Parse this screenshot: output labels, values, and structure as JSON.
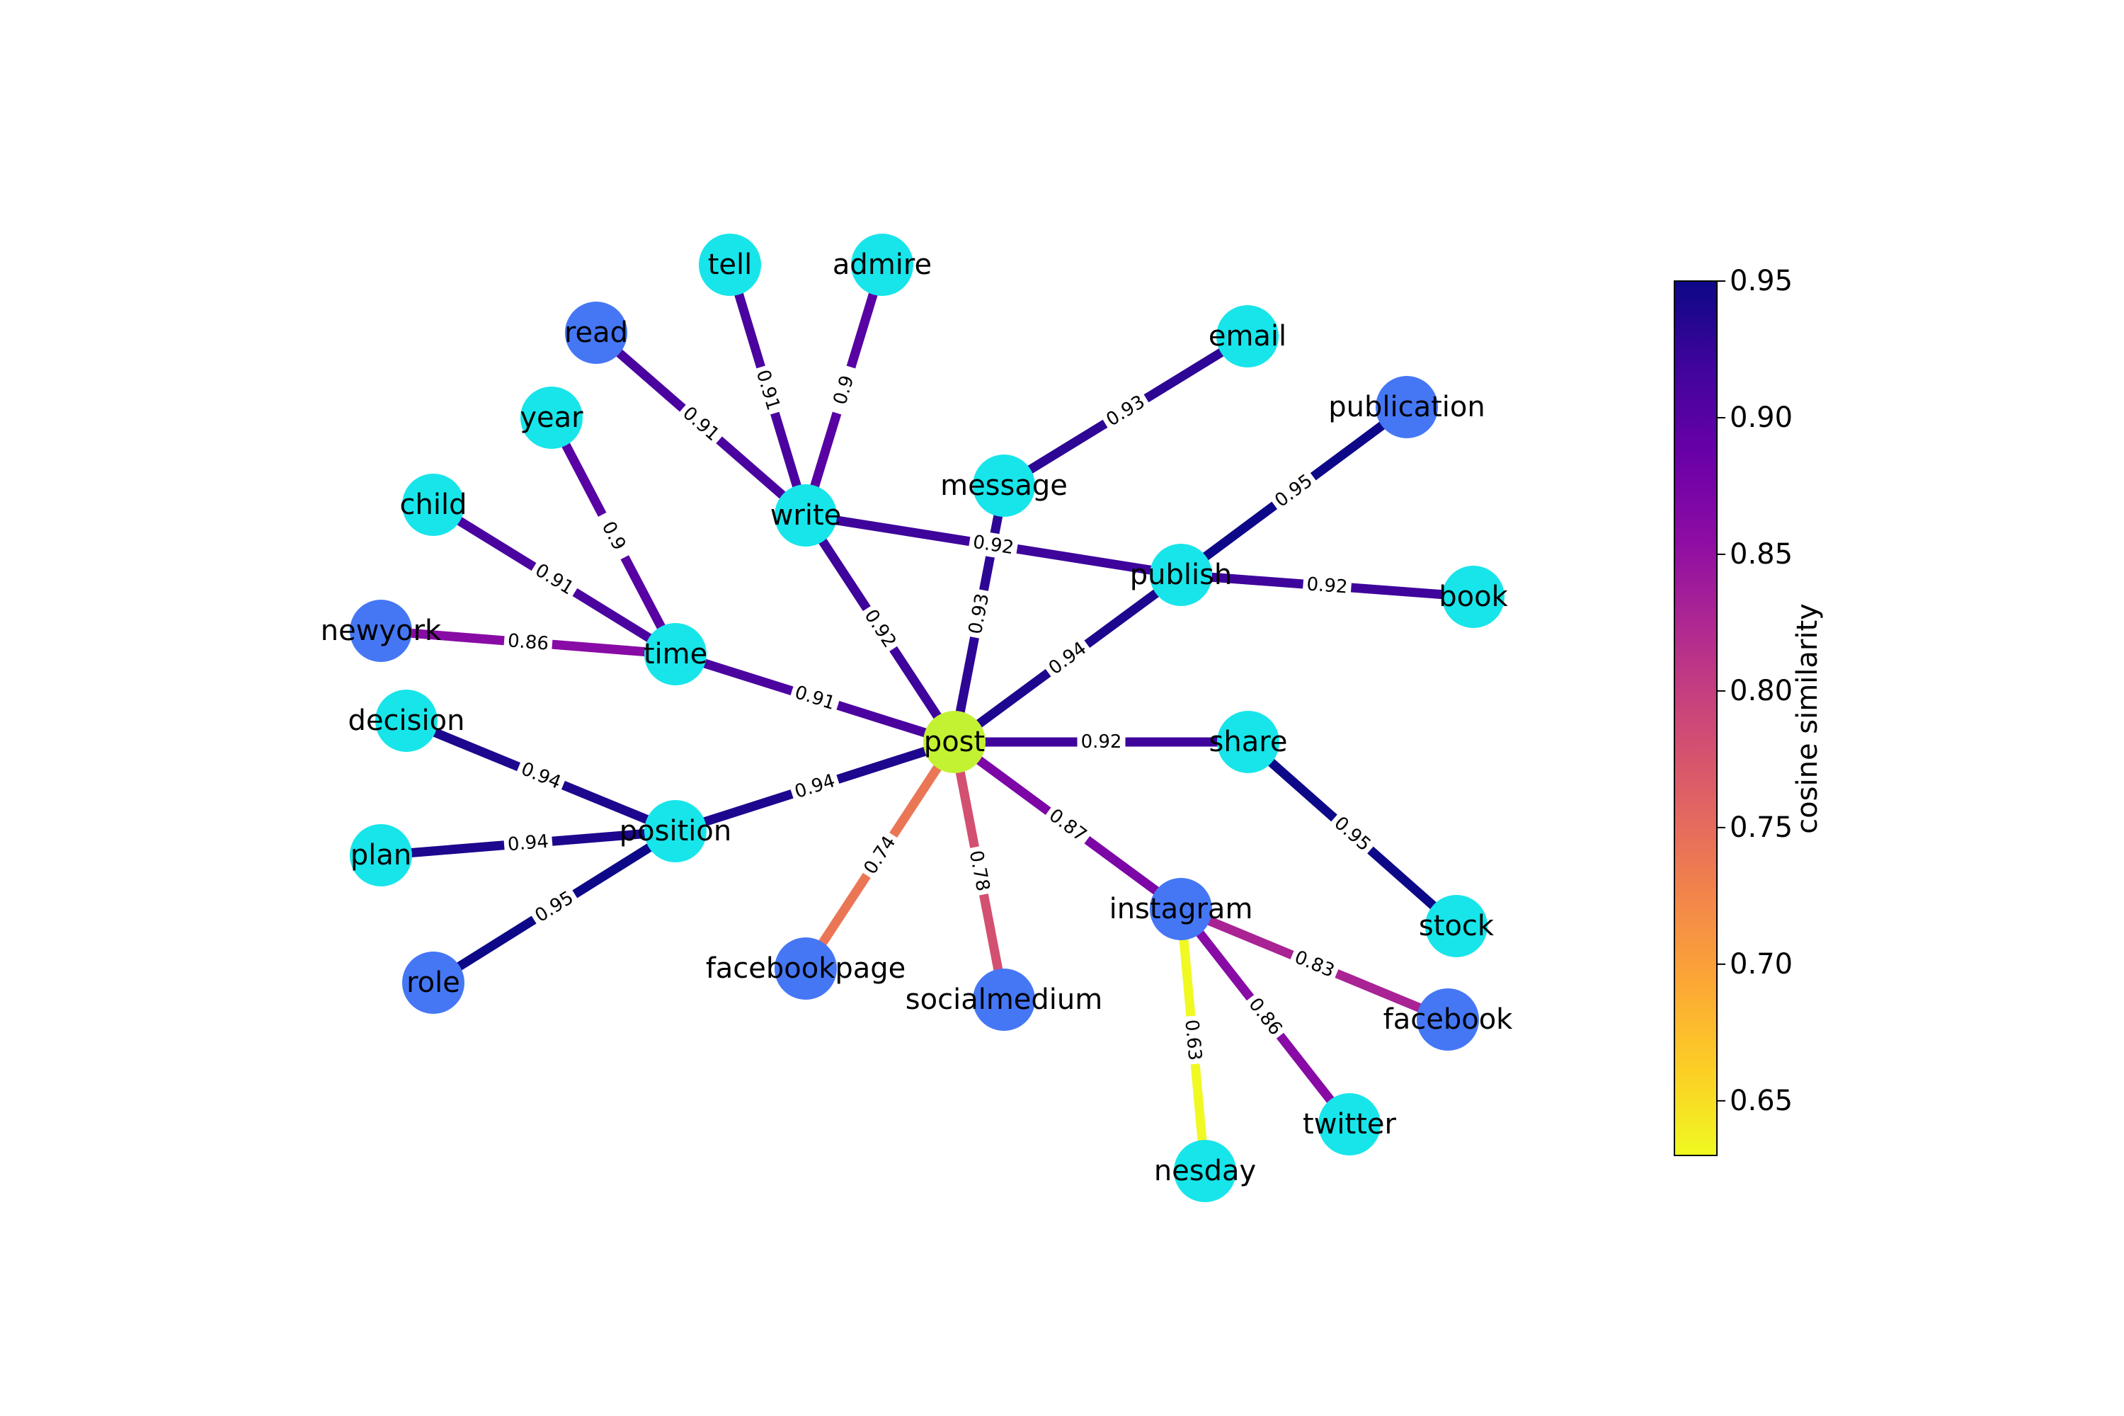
{
  "graph": {
    "center": "post",
    "node_types": {
      "root": "#c3f233",
      "light": "#17e5ea",
      "dark": "#4577f5"
    },
    "nodes": [
      {
        "id": "post",
        "label": "post",
        "type": "root"
      },
      {
        "id": "write",
        "label": "write",
        "type": "light"
      },
      {
        "id": "message",
        "label": "message",
        "type": "light"
      },
      {
        "id": "publish",
        "label": "publish",
        "type": "light"
      },
      {
        "id": "share",
        "label": "share",
        "type": "light"
      },
      {
        "id": "instagram",
        "label": "instagram",
        "type": "dark"
      },
      {
        "id": "socialmedium",
        "label": "socialmedium",
        "type": "dark"
      },
      {
        "id": "facebookpage",
        "label": "facebookpage",
        "type": "dark"
      },
      {
        "id": "position",
        "label": "position",
        "type": "light"
      },
      {
        "id": "time",
        "label": "time",
        "type": "light"
      },
      {
        "id": "tell",
        "label": "tell",
        "type": "light"
      },
      {
        "id": "admire",
        "label": "admire",
        "type": "light"
      },
      {
        "id": "read",
        "label": "read",
        "type": "dark"
      },
      {
        "id": "email",
        "label": "email",
        "type": "light"
      },
      {
        "id": "publication",
        "label": "publication",
        "type": "dark"
      },
      {
        "id": "book",
        "label": "book",
        "type": "light"
      },
      {
        "id": "stock",
        "label": "stock",
        "type": "light"
      },
      {
        "id": "facebook",
        "label": "facebook",
        "type": "dark"
      },
      {
        "id": "twitter",
        "label": "twitter",
        "type": "light"
      },
      {
        "id": "nesday",
        "label": "nesday",
        "type": "light"
      },
      {
        "id": "year",
        "label": "year",
        "type": "light"
      },
      {
        "id": "child",
        "label": "child",
        "type": "light"
      },
      {
        "id": "newyork",
        "label": "newyork",
        "type": "dark"
      },
      {
        "id": "decision",
        "label": "decision",
        "type": "light"
      },
      {
        "id": "plan",
        "label": "plan",
        "type": "light"
      },
      {
        "id": "role",
        "label": "role",
        "type": "dark"
      }
    ],
    "edges": [
      {
        "source": "post",
        "target": "write",
        "weight": 0.92,
        "label": "0.92"
      },
      {
        "source": "post",
        "target": "message",
        "weight": 0.93,
        "label": "0.93"
      },
      {
        "source": "post",
        "target": "publish",
        "weight": 0.94,
        "label": "0.94"
      },
      {
        "source": "post",
        "target": "share",
        "weight": 0.92,
        "label": "0.92"
      },
      {
        "source": "post",
        "target": "instagram",
        "weight": 0.87,
        "label": "0.87"
      },
      {
        "source": "post",
        "target": "socialmedium",
        "weight": 0.78,
        "label": "0.78"
      },
      {
        "source": "post",
        "target": "facebookpage",
        "weight": 0.74,
        "label": "0.74"
      },
      {
        "source": "post",
        "target": "position",
        "weight": 0.94,
        "label": "0.94"
      },
      {
        "source": "post",
        "target": "time",
        "weight": 0.91,
        "label": "0.91"
      },
      {
        "source": "write",
        "target": "tell",
        "weight": 0.91,
        "label": "0.91"
      },
      {
        "source": "write",
        "target": "admire",
        "weight": 0.9,
        "label": "0.9"
      },
      {
        "source": "write",
        "target": "read",
        "weight": 0.91,
        "label": "0.91"
      },
      {
        "source": "write",
        "target": "publish",
        "weight": 0.92,
        "label": "0.92"
      },
      {
        "source": "message",
        "target": "email",
        "weight": 0.93,
        "label": "0.93"
      },
      {
        "source": "publish",
        "target": "publication",
        "weight": 0.95,
        "label": "0.95"
      },
      {
        "source": "publish",
        "target": "book",
        "weight": 0.92,
        "label": "0.92"
      },
      {
        "source": "share",
        "target": "stock",
        "weight": 0.95,
        "label": "0.95"
      },
      {
        "source": "instagram",
        "target": "facebook",
        "weight": 0.83,
        "label": "0.83"
      },
      {
        "source": "instagram",
        "target": "twitter",
        "weight": 0.86,
        "label": "0.86"
      },
      {
        "source": "instagram",
        "target": "nesday",
        "weight": 0.63,
        "label": "0.63"
      },
      {
        "source": "time",
        "target": "year",
        "weight": 0.9,
        "label": "0.9"
      },
      {
        "source": "time",
        "target": "child",
        "weight": 0.91,
        "label": "0.91"
      },
      {
        "source": "time",
        "target": "newyork",
        "weight": 0.86,
        "label": "0.86"
      },
      {
        "source": "position",
        "target": "decision",
        "weight": 0.94,
        "label": "0.94"
      },
      {
        "source": "position",
        "target": "plan",
        "weight": 0.94,
        "label": "0.94"
      },
      {
        "source": "position",
        "target": "role",
        "weight": 0.95,
        "label": "0.95"
      }
    ]
  },
  "colorbar": {
    "label": "cosine similarity",
    "min": 0.63,
    "max": 0.95,
    "ticks": [
      "0.65",
      "0.70",
      "0.75",
      "0.80",
      "0.85",
      "0.90",
      "0.95"
    ],
    "colormap": "plasma_r"
  }
}
